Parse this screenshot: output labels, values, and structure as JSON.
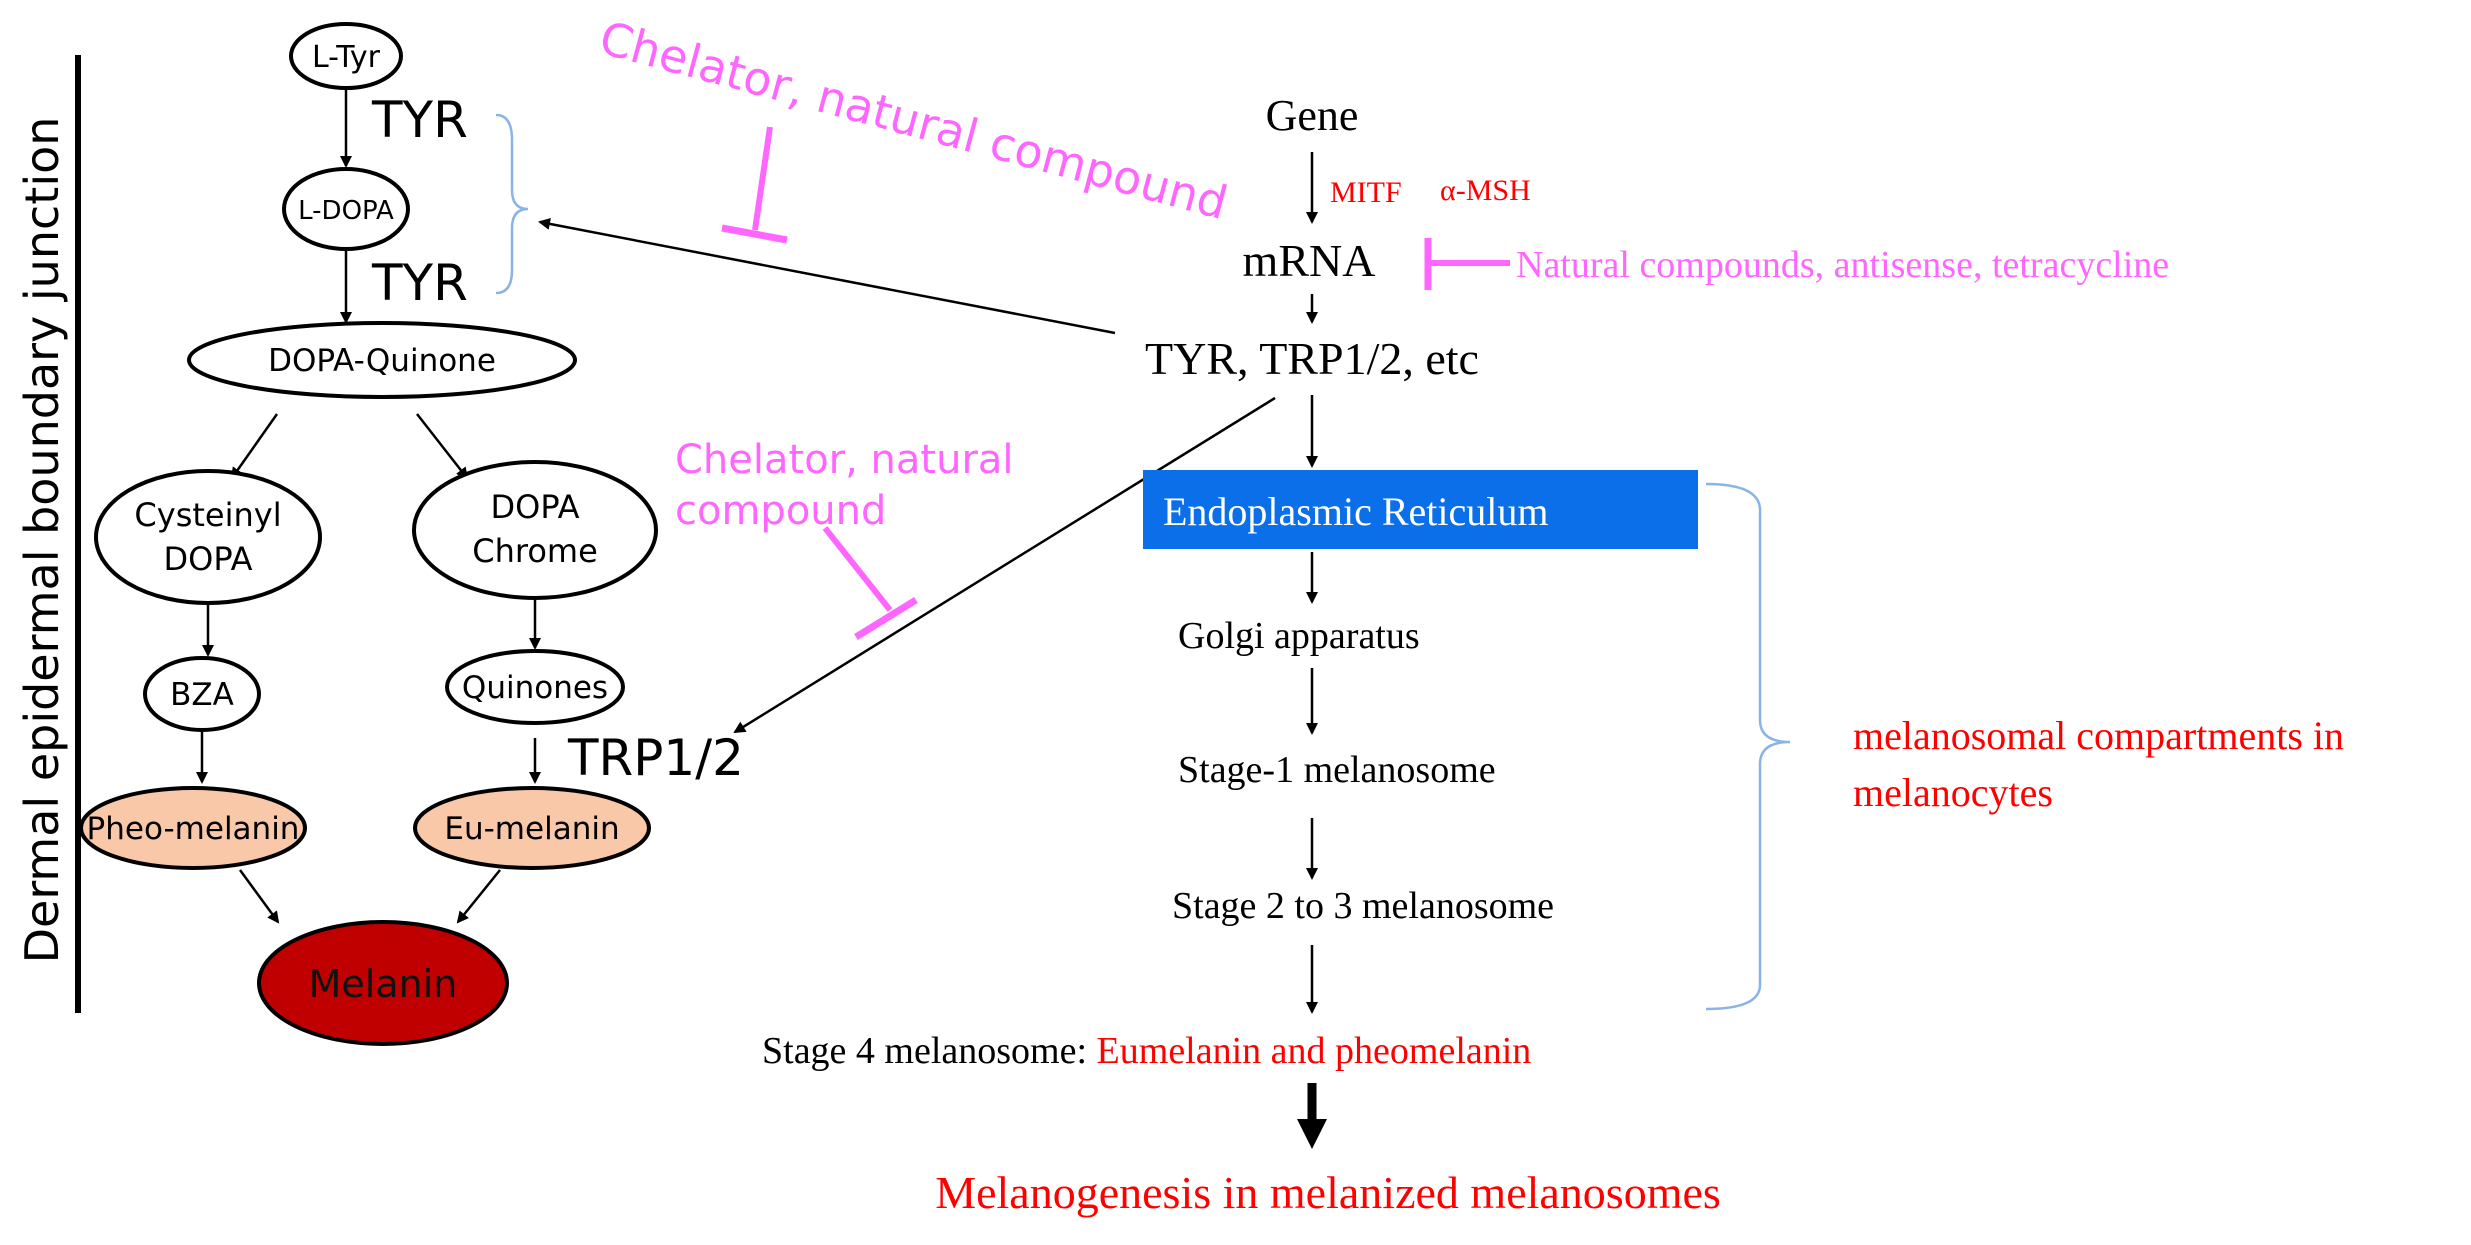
{
  "side_label": "Dermal epidermal boundary junction",
  "nodes": {
    "l_tyr": "L-Tyr",
    "l_dopa": "L-DOPA",
    "dopa_quinone": "DOPA-Quinone",
    "cysteinyl_1": "Cysteinyl",
    "cysteinyl_2": "DOPA",
    "dopachrome_1": "DOPA",
    "dopachrome_2": "Chrome",
    "bza": "BZA",
    "quinones": "Quinones",
    "pheo": "Pheo-melanin",
    "eu": "Eu-melanin",
    "melanin": "Melanin"
  },
  "enzymes": {
    "tyr_1": "TYR",
    "tyr_2": "TYR",
    "trp": "TRP1/2"
  },
  "inhibitors": {
    "upper_1": "Chelator, natural compound",
    "mid_1": "Chelator, natural",
    "mid_2": "compound",
    "mrna": "Natural compounds, antisense, tetracycline"
  },
  "pathway": {
    "gene": "Gene",
    "mitf": "MITF",
    "msh": "α-MSH",
    "mrna": "mRNA",
    "proteins": "TYR, TRP1/2, etc",
    "er": "Endoplasmic Reticulum",
    "golgi": "Golgi apparatus",
    "stage1": "Stage-1 melanosome",
    "stage23": "Stage 2 to 3 melanosome",
    "stage4_prefix": "Stage 4 melanosome: ",
    "stage4_suffix": "Eumelanin and pheomelanin",
    "result": "Melanogenesis in melanized melanosomes"
  },
  "compartments": {
    "line1": "melanosomal compartments in",
    "line2": "melanocytes"
  },
  "colors": {
    "inhibitor": "#ff66ff",
    "red_text": "#ff0000",
    "er_fill": "#0a6fe8",
    "bracket": "#8ab4e8",
    "light_melanin": "#f8c8a8",
    "dark_melanin": "#c00000"
  }
}
